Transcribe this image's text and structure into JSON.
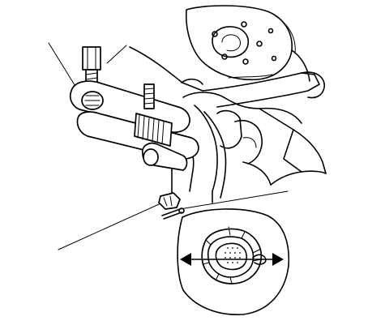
{
  "figure": {
    "background": "#ffffff",
    "line_color": "#000000",
    "parts": [
      "ball-joint-remover-tool",
      "pressure-bolt",
      "steering-knuckle",
      "brake-disc-hub",
      "castle-nut",
      "cotter-pin",
      "ball-joint-stud-detail"
    ],
    "detail_arrows": "double-headed"
  }
}
